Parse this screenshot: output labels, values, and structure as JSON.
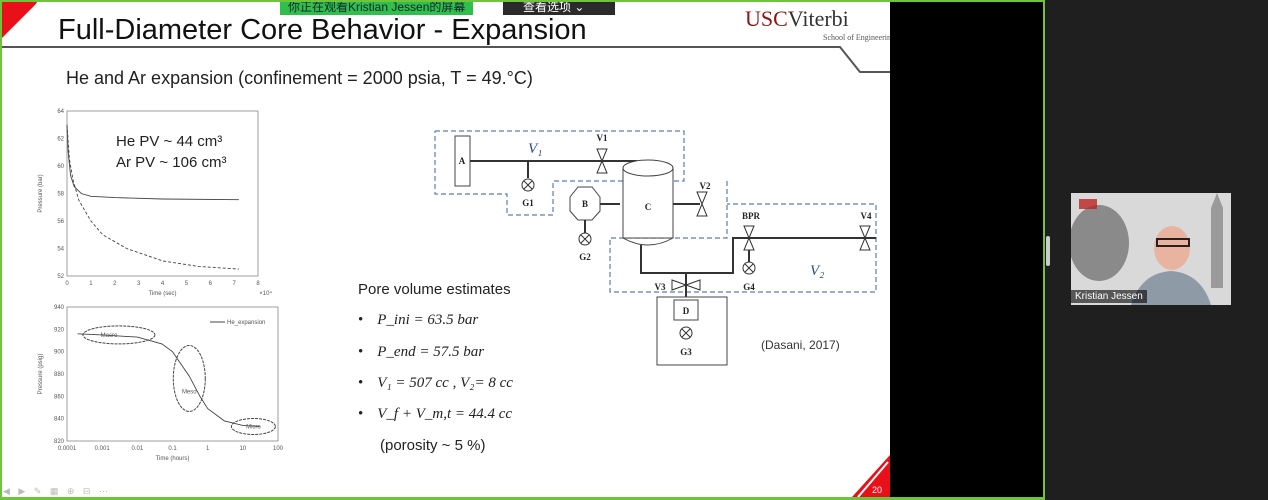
{
  "zoom": {
    "banner": "你正在观看Kristian Jessen的屏幕",
    "view_options": "查看选项 ⌄",
    "participant_name": "Kristian Jessen"
  },
  "slide": {
    "title": "Full-Diameter Core Behavior - Expansion",
    "logo": {
      "usc": "USC",
      "viterbi": "Viterbi",
      "school": "School of Engineering"
    },
    "subtitle": "He and Ar expansion (confinement = 2000 psia, T = 49.°C)",
    "he_pv": "He PV ~ 44 cm³",
    "ar_pv": "Ar PV  ~ 106 cm³",
    "pore_heading": "Pore volume estimates",
    "bullets": [
      "P_ini = 63.5 bar",
      "P_end = 57.5 bar",
      "V₁ = 507 cc , V₂= 8 cc",
      "V_f + V_m,t = 44.4 cc"
    ],
    "porosity": "(porosity ~ 5 %)",
    "citation": "(Dasani, 2017)",
    "page_number": "20",
    "diagram": {
      "labels": {
        "A": "A",
        "B": "B",
        "C": "C",
        "D": "D",
        "V1": "V1",
        "V2": "V2",
        "V3": "V3",
        "V4": "V4",
        "BPR": "BPR",
        "G1": "G1",
        "G2": "G2",
        "G3": "G3",
        "G4": "G4",
        "vol1": "V₁",
        "vol2": "V₂"
      },
      "dash_color": "#5b7fb8"
    }
  },
  "chart_data": [
    {
      "type": "line",
      "xlabel": "Time (sec)",
      "ylabel": "Pressure (bar)",
      "x_multiplier": "×10⁴",
      "xlim": [
        0,
        8
      ],
      "ylim": [
        52,
        64
      ],
      "xticks": [
        "0",
        "1",
        "2",
        "3",
        "4",
        "5",
        "6",
        "7",
        "8"
      ],
      "yticks": [
        "52",
        "54",
        "56",
        "58",
        "60",
        "62",
        "64"
      ],
      "series": [
        {
          "name": "He",
          "style": "solid",
          "x": [
            0,
            0.05,
            0.15,
            0.3,
            0.6,
            1,
            2,
            4,
            7.2
          ],
          "y": [
            63,
            61,
            59.3,
            58.5,
            58,
            57.8,
            57.7,
            57.6,
            57.55
          ]
        },
        {
          "name": "Ar",
          "style": "dashed",
          "x": [
            0,
            0.1,
            0.25,
            0.5,
            1,
            1.5,
            2.5,
            4,
            5.5,
            7.2
          ],
          "y": [
            63,
            60.5,
            59,
            57.5,
            56,
            55,
            54,
            53.1,
            52.7,
            52.5
          ]
        }
      ]
    },
    {
      "type": "line",
      "xlabel": "Time (hours)",
      "ylabel": "Pressure (psig)",
      "xscale": "log",
      "xlim": [
        0.0001,
        100
      ],
      "ylim": [
        820,
        940
      ],
      "xticks": [
        "0.0001",
        "0.001",
        "0.01",
        "0.1",
        "1",
        "10",
        "100"
      ],
      "yticks": [
        "820",
        "840",
        "860",
        "880",
        "900",
        "920",
        "940"
      ],
      "legend": "He_expansion",
      "series": [
        {
          "name": "He_expansion",
          "x": [
            0.0002,
            0.001,
            0.01,
            0.05,
            0.1,
            0.3,
            0.6,
            1,
            3,
            10,
            30
          ],
          "y": [
            916,
            915,
            913,
            907,
            900,
            878,
            860,
            849,
            838,
            834,
            833
          ]
        }
      ],
      "annotations": [
        "Macro",
        "Meso",
        "Micro"
      ]
    }
  ]
}
